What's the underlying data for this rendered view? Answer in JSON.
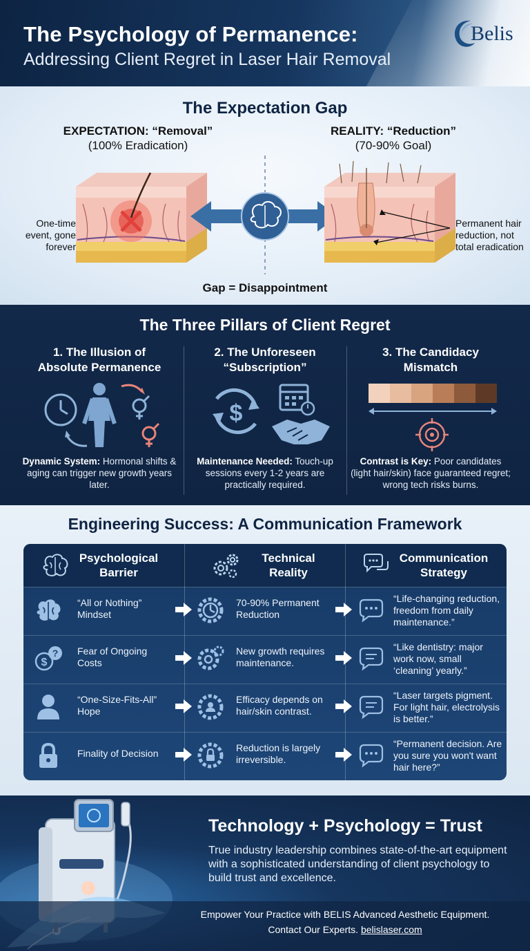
{
  "header": {
    "title": "The Psychology of Permanence:",
    "subtitle": "Addressing Client Regret in Laser Hair Removal",
    "logo_text": "Belis"
  },
  "expectation_gap": {
    "title": "The Expectation Gap",
    "expectation_heading": "EXPECTATION: “Removal”",
    "expectation_sub": "(100% Eradication)",
    "reality_heading": "REALITY: “Reduction”",
    "reality_sub": "(70-90% Goal)",
    "left_note": "One-time event, gone forever",
    "right_note": "Permanent hair reduction, not total eradication",
    "caption": "Gap = Disappointment",
    "icons": [
      "skin-cross-section-icon",
      "brain-icon",
      "double-arrow-icon"
    ]
  },
  "pillars": {
    "title": "The Three Pillars of Client Regret",
    "items": [
      {
        "title_line1": "1. The Illusion of",
        "title_line2": "Absolute Permanence",
        "lead": "Dynamic System:",
        "text": " Hormonal shifts & aging can trigger new growth years later.",
        "icon": "clock-body-gender-icon"
      },
      {
        "title_line1": "2. The Unforeseen",
        "title_line2": "“Subscription”",
        "lead": "Maintenance Needed:",
        "text": " Touch-up sessions every 1-2 years are practically required.",
        "icon": "dollar-cycle-handshake-icon"
      },
      {
        "title_line1": "3. The Candidacy",
        "title_line2": "Mismatch",
        "lead": "Contrast is Key:",
        "text": " Poor candidates (light hair/skin) face guaranteed regret; wrong tech risks burns.",
        "icon": "skin-tone-target-icon"
      }
    ],
    "skin_tones": [
      "#f3d2bd",
      "#e8bc9f",
      "#d8a47f",
      "#b97d58",
      "#8e5a3c",
      "#5e3a26"
    ]
  },
  "framework": {
    "title": "Engineering Success: A Communication Framework",
    "headers": [
      {
        "line1": "Psychological",
        "line2": "Barrier",
        "icon": "brain-icon"
      },
      {
        "line1": "Technical",
        "line2": "Reality",
        "icon": "gears-icon"
      },
      {
        "line1": "Communication",
        "line2": "Strategy",
        "icon": "chat-bubbles-icon"
      }
    ],
    "rows": [
      {
        "barrier": "“All or Nothing” Mindset",
        "barrier_icon": "brain-icon",
        "reality": "70-90% Permanent Reduction",
        "reality_icon": "gear-chart-icon",
        "strategy": "“Life-changing reduction, freedom from daily maintenance.”"
      },
      {
        "barrier": "Fear of Ongoing Costs",
        "barrier_icon": "dollar-question-icon",
        "reality": "New growth requires maintenance.",
        "reality_icon": "gear-cycle-icon",
        "strategy": "“Like dentistry: major work now, small ‘cleaning’ yearly.”"
      },
      {
        "barrier": "“One-Size-Fits-All” Hope",
        "barrier_icon": "person-icon",
        "reality": "Efficacy depends on hair/skin contrast.",
        "reality_icon": "gear-person-icon",
        "strategy": "“Laser targets pigment. For light hair, electrolysis is better.”"
      },
      {
        "barrier": "Finality of Decision",
        "barrier_icon": "padlock-icon",
        "reality": "Reduction is largely irreversible.",
        "reality_icon": "gear-lock-icon",
        "strategy": "“Permanent decision. Are you sure you won't want hair here?”"
      }
    ]
  },
  "footer": {
    "title": "Technology + Psychology = Trust",
    "body": "True industry leadership combines state-of-the-art equipment with a sophisticated understanding of client psychology to build trust and excellence.",
    "cta_line1": "Empower Your Practice with BELIS Advanced Aesthetic Equipment.",
    "cta_line2_prefix": "Contact Our Experts. ",
    "cta_link": "belislaser.com",
    "image": "laser-machine-hand-icon"
  },
  "colors": {
    "navy": "#0f2442",
    "accent_blue": "#3a6fa6",
    "highlight_red": "#e0413a",
    "salmon": "#e8847a"
  }
}
